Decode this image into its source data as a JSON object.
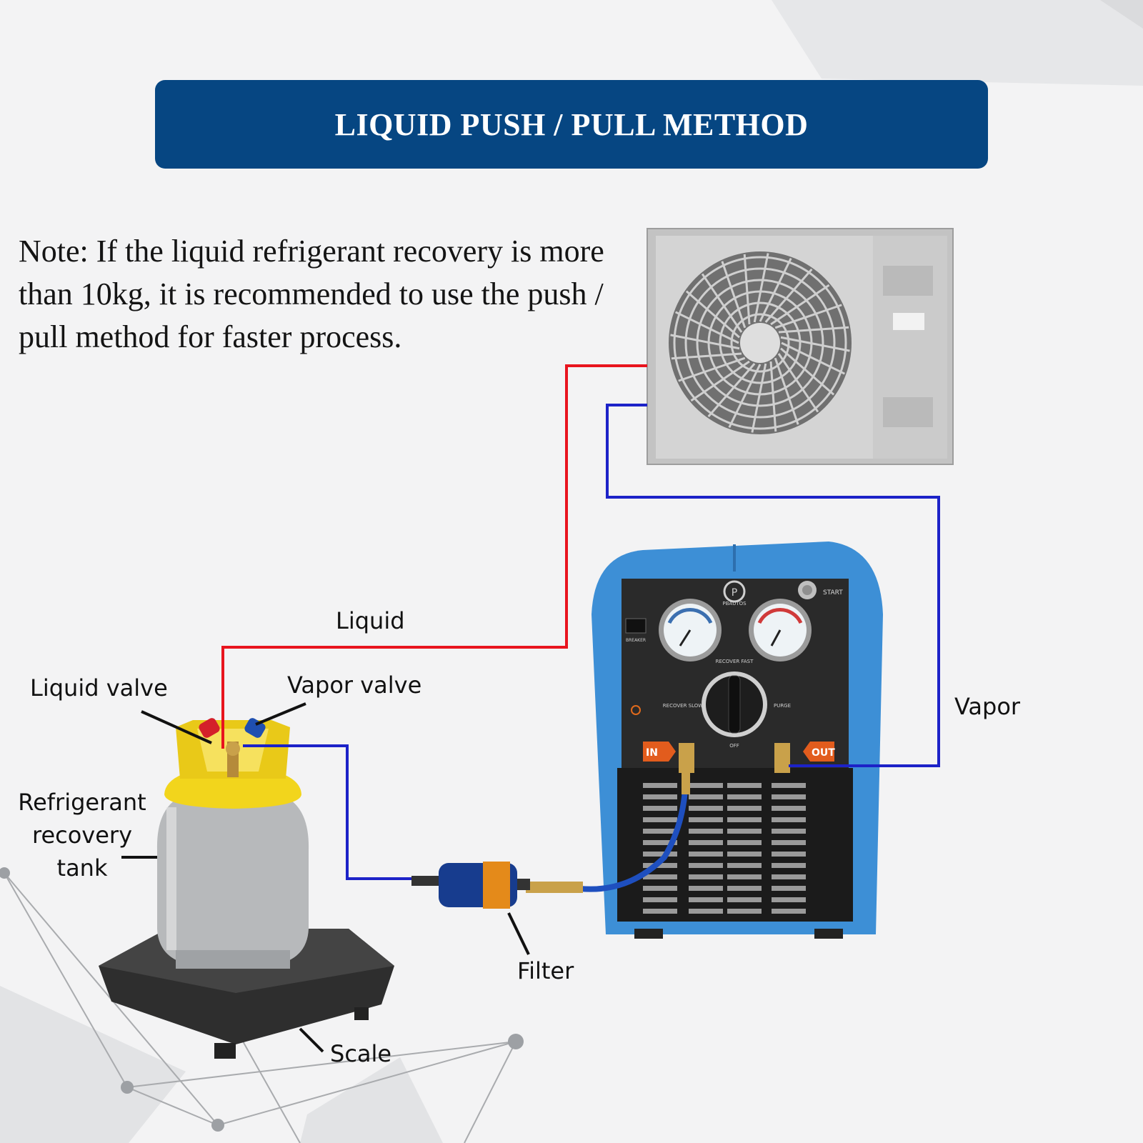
{
  "title": "LIQUID PUSH / PULL METHOD",
  "note": "Note: If the liquid refrigerant recovery is more than 10kg, it is recommended to use the push / pull method for faster process.",
  "labels": {
    "liquid": "Liquid",
    "vapor": "Vapor",
    "liquid_valve": "Liquid valve",
    "vapor_valve": "Vapor valve",
    "tank": "Refrigerant recovery tank",
    "filter": "Filter",
    "scale": "Scale"
  },
  "machine": {
    "brand": "PBAUTOS",
    "start": "START",
    "breaker": "BREAKER",
    "recover_fast": "RECOVER FAST",
    "recover_slow": "RECOVER SLOW",
    "purge": "PURGE",
    "off": "OFF",
    "in": "IN",
    "out": "OUT"
  },
  "colors": {
    "banner": "#064682",
    "liquid_line": "#e8141e",
    "vapor_line": "#1c22c8",
    "machine_body": "#3d8fd6",
    "tank_top": "#f2d51c"
  }
}
